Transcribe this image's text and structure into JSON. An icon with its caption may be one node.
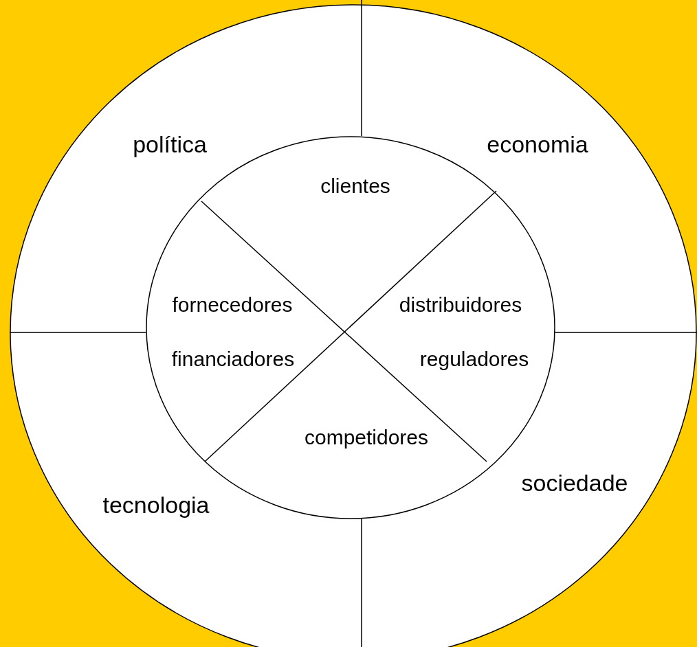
{
  "diagram": {
    "nodes": [
      {
        "text": [
          "política",
          "economia",
          "tecnologia",
          "sociedade"
        ]
      },
      {
        "text": [
          "clientes",
          "fornecedores",
          "distribuidores",
          "financiadores",
          "reguladores",
          "competidores"
        ],
        "in": 0
      }
    ]
  }
}
